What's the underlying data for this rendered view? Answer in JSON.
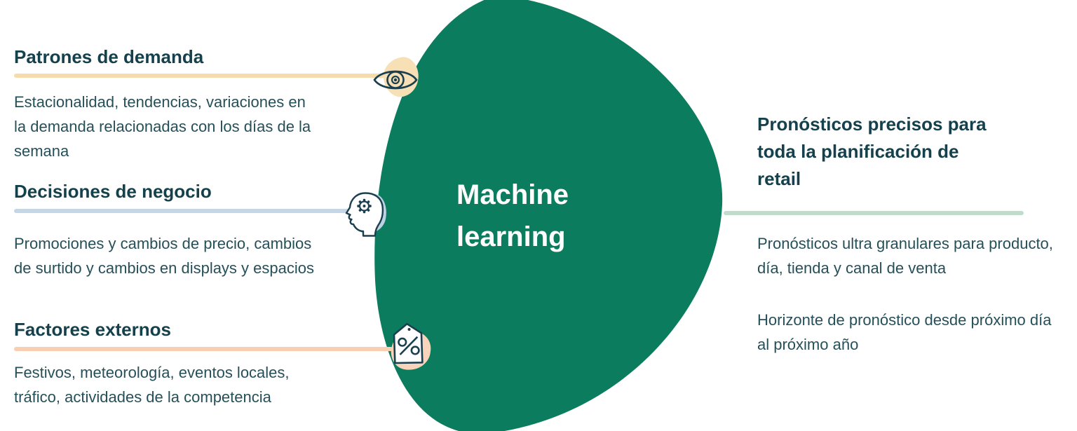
{
  "center": {
    "lines": [
      "Machine",
      "learning"
    ]
  },
  "sections": [
    {
      "heading": "Patrones de demanda",
      "lines": [
        "Estacionalidad, tendencias, variaciones en",
        "la demanda relacionadas con los días de la",
        "semana"
      ],
      "icon": "eye-icon",
      "accent_color": "#f6dcab"
    },
    {
      "heading": "Decisiones de negocio",
      "lines": [
        "Promociones y cambios de precio, cambios",
        "de surtido y cambios en displays y espacios"
      ],
      "icon": "head-gear-icon",
      "accent_color": "#c5d7e6"
    },
    {
      "heading": "Factores externos",
      "lines": [
        "Festivos, meteorología, eventos locales,",
        "tráfico, actividades de la competencia"
      ],
      "icon": "percent-tag-icon",
      "accent_color": "#f9cfb4"
    }
  ],
  "output": {
    "heading_lines": [
      "Pronósticos precisos para",
      "toda la planificación de",
      "retail"
    ],
    "paragraphs": [
      [
        "Pronósticos ultra granulares para producto,",
        "día, tienda y canal de venta"
      ],
      [
        "Horizonte de pronóstico desde próximo día",
        "al próximo año"
      ]
    ],
    "accent_color": "#c0ddcb"
  },
  "colors": {
    "blob_green": "#0c7c5e",
    "heading_text": "#14414c",
    "body_text": "#265059",
    "center_text": "#fdfdfd",
    "icon_stroke": "#1c3f4f",
    "eye_blob": "#f7e0b5",
    "head_blob": "#bdd2e3",
    "tag_blob": "#f9d3ba"
  }
}
